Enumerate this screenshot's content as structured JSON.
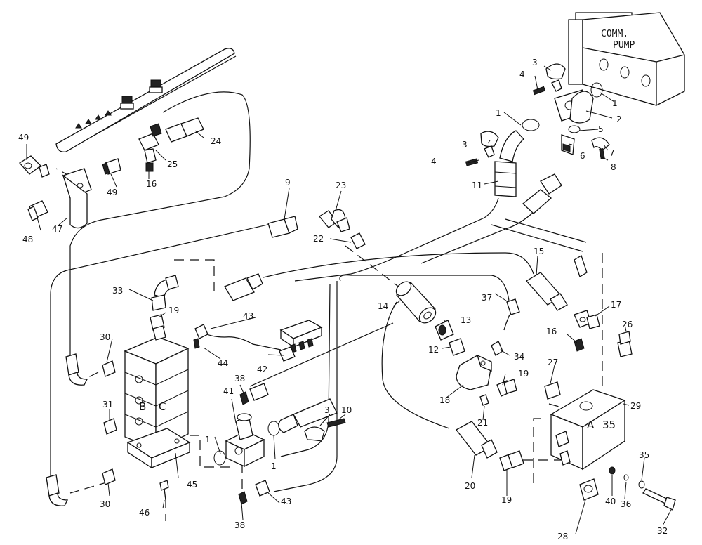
{
  "pump_label_line1": "COMM.",
  "pump_label_line2": "PUMP",
  "block_label_b": "B",
  "block_label_c": "C",
  "manifold_label_a": "A",
  "manifold_label_35": "35",
  "callouts": [
    {
      "id": "c1a",
      "text": "1"
    },
    {
      "id": "c1b",
      "text": "1"
    },
    {
      "id": "c1c",
      "text": "1"
    },
    {
      "id": "c1d",
      "text": "1"
    },
    {
      "id": "c2",
      "text": "2"
    },
    {
      "id": "c3a",
      "text": "3"
    },
    {
      "id": "c3b",
      "text": "3"
    },
    {
      "id": "c3c",
      "text": "3"
    },
    {
      "id": "c4a",
      "text": "4"
    },
    {
      "id": "c4b",
      "text": "4"
    },
    {
      "id": "c5",
      "text": "5"
    },
    {
      "id": "c6",
      "text": "6"
    },
    {
      "id": "c7",
      "text": "7"
    },
    {
      "id": "c8",
      "text": "8"
    },
    {
      "id": "c9",
      "text": "9"
    },
    {
      "id": "c10",
      "text": "10"
    },
    {
      "id": "c11",
      "text": "11"
    },
    {
      "id": "c12",
      "text": "12"
    },
    {
      "id": "c13",
      "text": "13"
    },
    {
      "id": "c14",
      "text": "14"
    },
    {
      "id": "c15",
      "text": "15"
    },
    {
      "id": "c16a",
      "text": "16"
    },
    {
      "id": "c16b",
      "text": "16"
    },
    {
      "id": "c17",
      "text": "17"
    },
    {
      "id": "c18",
      "text": "18"
    },
    {
      "id": "c19a",
      "text": "19"
    },
    {
      "id": "c19b",
      "text": "19"
    },
    {
      "id": "c19c",
      "text": "19"
    },
    {
      "id": "c20",
      "text": "20"
    },
    {
      "id": "c21",
      "text": "21"
    },
    {
      "id": "c22",
      "text": "22"
    },
    {
      "id": "c23",
      "text": "23"
    },
    {
      "id": "c24",
      "text": "24"
    },
    {
      "id": "c25",
      "text": "25"
    },
    {
      "id": "c26",
      "text": "26"
    },
    {
      "id": "c27",
      "text": "27"
    },
    {
      "id": "c28",
      "text": "28"
    },
    {
      "id": "c29",
      "text": "29"
    },
    {
      "id": "c30a",
      "text": "30"
    },
    {
      "id": "c30b",
      "text": "30"
    },
    {
      "id": "c31",
      "text": "31"
    },
    {
      "id": "c32",
      "text": "32"
    },
    {
      "id": "c33",
      "text": "33"
    },
    {
      "id": "c34",
      "text": "34"
    },
    {
      "id": "c35",
      "text": "35"
    },
    {
      "id": "c36",
      "text": "36"
    },
    {
      "id": "c37",
      "text": "37"
    },
    {
      "id": "c38a",
      "text": "38"
    },
    {
      "id": "c38b",
      "text": "38"
    },
    {
      "id": "c40",
      "text": "40"
    },
    {
      "id": "c41",
      "text": "41"
    },
    {
      "id": "c42",
      "text": "42"
    },
    {
      "id": "c43a",
      "text": "43"
    },
    {
      "id": "c43b",
      "text": "43"
    },
    {
      "id": "c44",
      "text": "44"
    },
    {
      "id": "c45",
      "text": "45"
    },
    {
      "id": "c46",
      "text": "46"
    },
    {
      "id": "c47",
      "text": "47"
    },
    {
      "id": "c48",
      "text": "48"
    },
    {
      "id": "c49a",
      "text": "49"
    },
    {
      "id": "c49b",
      "text": "49"
    }
  ]
}
